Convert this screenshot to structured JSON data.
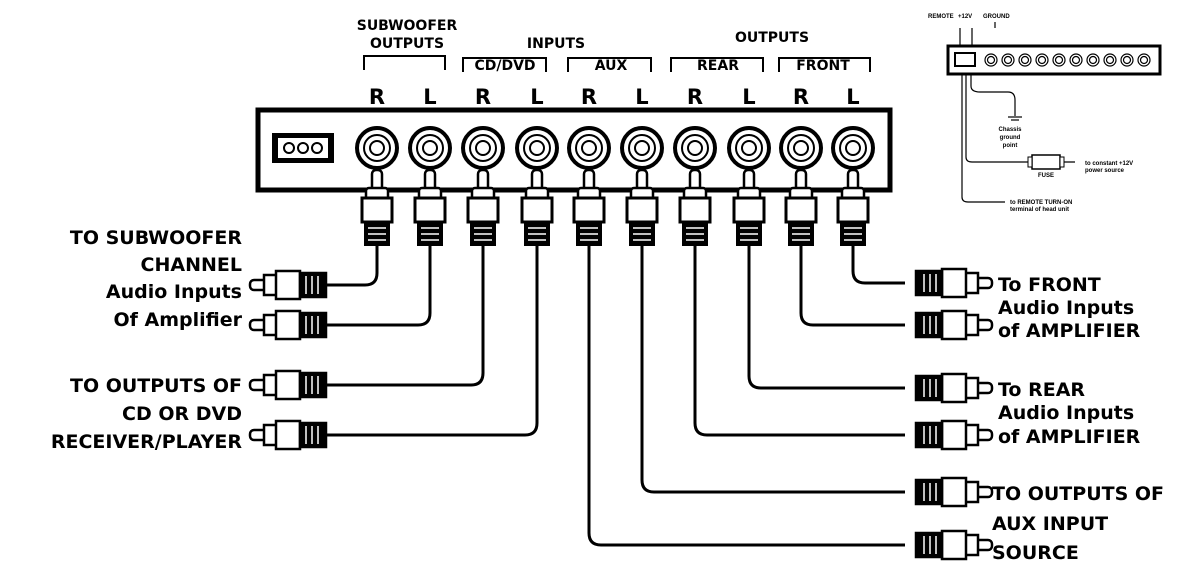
{
  "headers": {
    "subwoofer_outputs_1": "SUBWOOFER",
    "subwoofer_outputs_2": "OUTPUTS",
    "inputs": "INPUTS",
    "outputs": "OUTPUTS",
    "cd_dvd": "CD/DVD",
    "aux": "AUX",
    "rear": "REAR",
    "front": "FRONT"
  },
  "channels": [
    "R",
    "L",
    "R",
    "L",
    "R",
    "L",
    "R",
    "L",
    "R",
    "L"
  ],
  "left_labels": {
    "sub": [
      "TO SUBWOOFER",
      "CHANNEL",
      "Audio Inputs",
      "Of Amplifier"
    ],
    "cd": [
      "TO OUTPUTS OF",
      "CD OR DVD",
      "RECEIVER/PLAYER"
    ]
  },
  "right_labels": {
    "front": [
      "To FRONT",
      "Audio Inputs",
      "of AMPLIFIER"
    ],
    "rear": [
      "To REAR",
      "Audio Inputs",
      "of AMPLIFIER"
    ],
    "aux": [
      "TO OUTPUTS OF",
      "AUX INPUT",
      "SOURCE"
    ]
  },
  "inset": {
    "remote": "REMOTE",
    "plus12": "+12V",
    "ground": "GROUND",
    "chassis": [
      "Chassis",
      "ground",
      "point"
    ],
    "fuse": "FUSE",
    "power": [
      "to constant +12V",
      "power source"
    ],
    "turnon": [
      "to REMOTE TURN-ON",
      "terminal of head unit"
    ]
  }
}
